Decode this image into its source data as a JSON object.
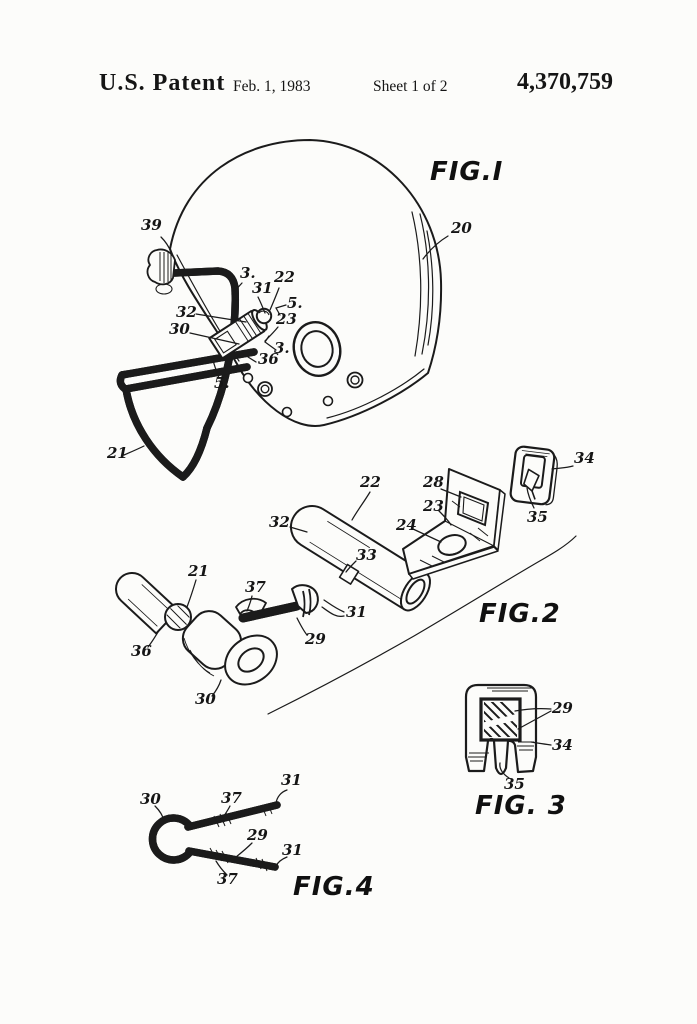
{
  "header": {
    "title": "U.S. Patent",
    "date": "Feb. 1, 1983",
    "sheet": "Sheet 1 of 2",
    "patent_number": "4,370,759"
  },
  "figures": [
    {
      "caption": "FIG.I",
      "labels": [
        "39",
        "20",
        "3.",
        "31",
        "22",
        "5.",
        "32",
        "30",
        "23",
        "3.",
        "36",
        "5.",
        "21"
      ]
    },
    {
      "caption": "FIG.2",
      "labels": [
        "22",
        "28",
        "23",
        "24",
        "34",
        "35",
        "32",
        "33",
        "21",
        "37",
        "31",
        "29",
        "36",
        "30"
      ]
    },
    {
      "caption": "FIG. 3",
      "labels": [
        "29",
        "34",
        "35"
      ]
    },
    {
      "caption": "FIG.4",
      "labels": [
        "30",
        "37",
        "31",
        "29",
        "31",
        "37"
      ]
    }
  ]
}
